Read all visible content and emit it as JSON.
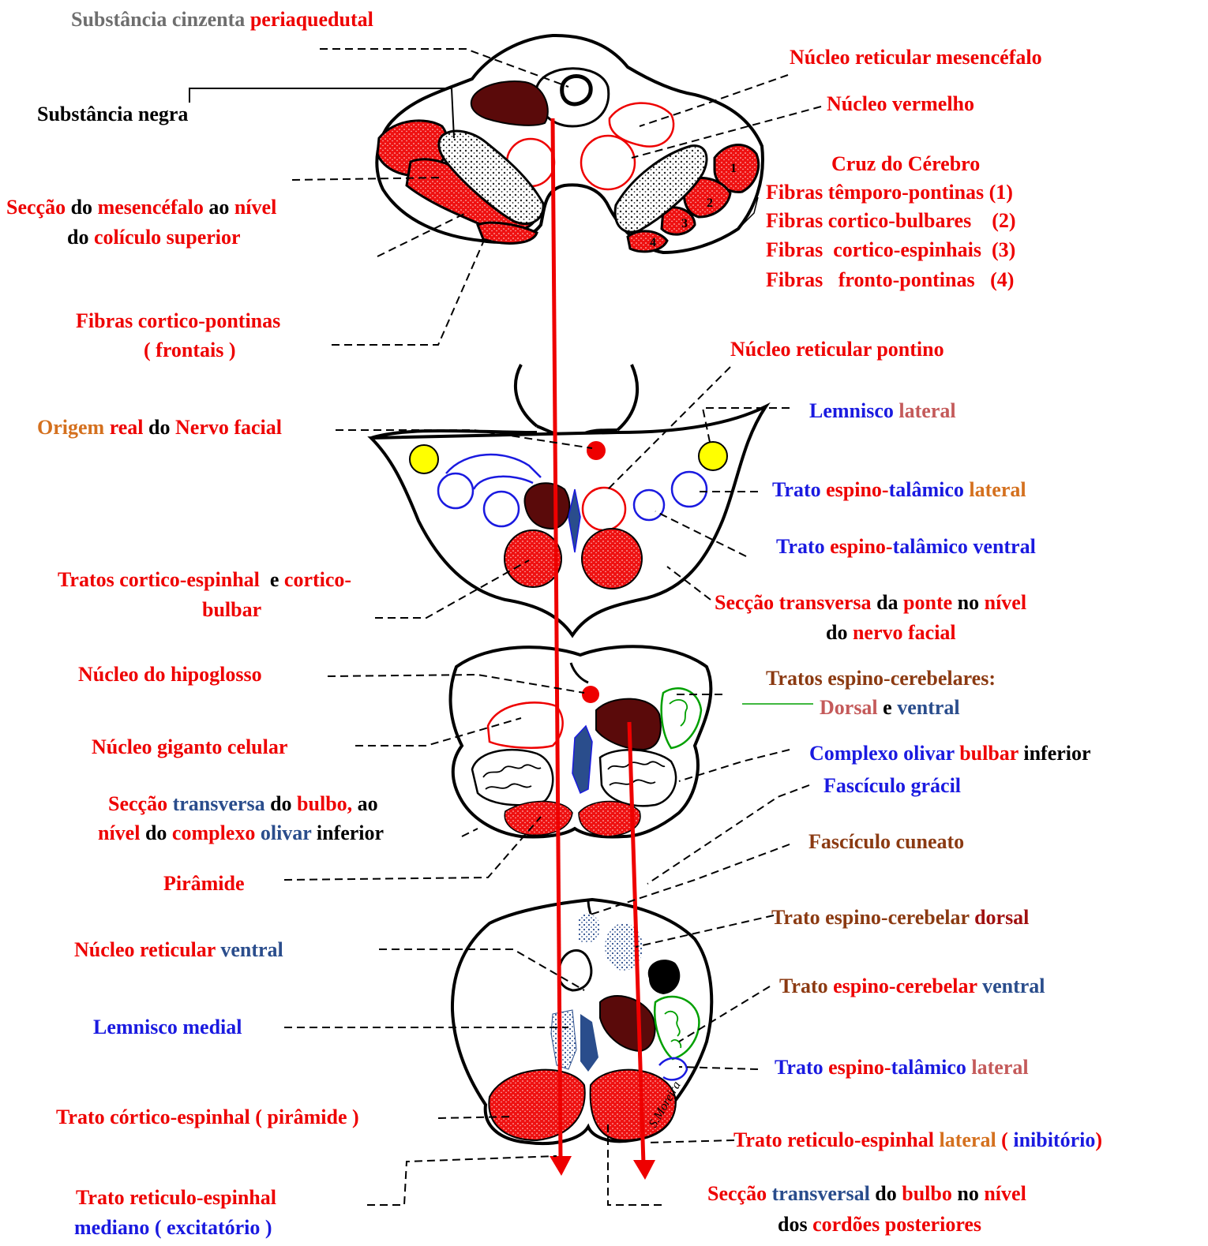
{
  "labels": {
    "pag": [
      "Substância cinzenta ",
      "periaquedutal"
    ],
    "nucleo_ret_mes": "Núcleo reticular mesencéfalo",
    "subst_negra": "Substância negra",
    "nucleo_vermelho": "Núcleo vermelho",
    "cruz_title": "Cruz do Cérebro",
    "fibras_1": "Fibras têmporo-pontinas (1)",
    "fibras_2": "Fibras cortico-bulbares    (2)",
    "fibras_3": "Fibras  cortico-espinhais  (3)",
    "fibras_4": "Fibras   fronto-pontinas   (4)",
    "seccao_mes_l1": [
      "Secção",
      " do ",
      "mesencéfalo",
      " ao ",
      "nível"
    ],
    "seccao_mes_l2": [
      "do ",
      "colículo superior"
    ],
    "cortico_pont_l1": "Fibras cortico-pontinas",
    "cortico_pont_l2": "( frontais )",
    "nucleo_ret_pont": "Núcleo reticular pontino",
    "origem_facial": [
      "Origem",
      " real",
      " do ",
      "Nervo facial"
    ],
    "lemnisco_lateral": [
      "Lemnisco",
      " lateral"
    ],
    "trato_et_lateral_1": [
      "Trato ",
      "espino-",
      "talâmico ",
      "lateral"
    ],
    "trato_et_ventral": [
      "Trato ",
      "espino-",
      "talâmico ventral"
    ],
    "tratos_ce_l1": [
      "Tratos cortico-espinhal",
      "  e ",
      "cortico-"
    ],
    "tratos_ce_l2": "bulbar",
    "seccao_ponte_l1": [
      "Secção transversa",
      " da ",
      "ponte",
      " no ",
      "nível"
    ],
    "seccao_ponte_l2": [
      "do ",
      "nervo facial"
    ],
    "nucleo_hipoglosso": "Núcleo do hipoglosso",
    "tratos_ec": "Tratos espino-cerebelares:",
    "dorsal_ventral": [
      "Dorsal",
      " e ",
      "ventral"
    ],
    "nucleo_giganto": "Núcleo giganto celular",
    "complexo_olivar": [
      "Complexo olivar ",
      "bulbar",
      " inferior"
    ],
    "fasciculo_gracil": "Fascículo grácil",
    "seccao_bulbo_l1": [
      "Secção ",
      "transversa",
      " do ",
      "bulbo,",
      " ao"
    ],
    "seccao_bulbo_l2": [
      "nível",
      " do ",
      "complexo ",
      "olivar",
      " inferior"
    ],
    "fasciculo_cuneato": "Fascículo cuneato",
    "piramide": "Pirâmide",
    "trato_ec_dorsal": [
      "Trato espino-cerebelar ",
      "dorsal"
    ],
    "nucleo_ret_ventral": [
      "Núcleo reticular ",
      "ventral"
    ],
    "trato_ec_ventral": [
      "Trato ",
      "espino-cerebelar ",
      "ventral"
    ],
    "lemnisco_medial": "Lemnisco medial",
    "trato_et_lateral_2": [
      "Trato ",
      "espino-",
      "talâmico ",
      "lateral"
    ],
    "trato_cortico_esp": "Trato córtico-espinhal ( pirâmide )",
    "trato_re_lateral": [
      "Trato reticulo-espinhal ",
      "lateral",
      " ( ",
      "inibitório",
      ")"
    ],
    "trato_re_mediano_l1": "Trato reticulo-espinhal",
    "trato_re_mediano_l2": "mediano ( excitatório )",
    "seccao_final_l1": [
      "Secção ",
      "transversal",
      " do ",
      "bulbo",
      " no ",
      "nível"
    ],
    "seccao_final_l2": [
      "dos ",
      "cordões posteriores"
    ]
  },
  "numbers": [
    "1",
    "2",
    "3",
    "4"
  ],
  "signature": "S.Moreira",
  "colors": {
    "red": "#ee0000",
    "dark_red_fill": "#5a0a0a",
    "blue": "#1a1ae0",
    "navy": "#2a4d8c",
    "orange": "#d4701e",
    "brown": "#8b3a12",
    "yellow": "#ffff00",
    "green": "#00a000",
    "gray": "#6e6e6e"
  }
}
